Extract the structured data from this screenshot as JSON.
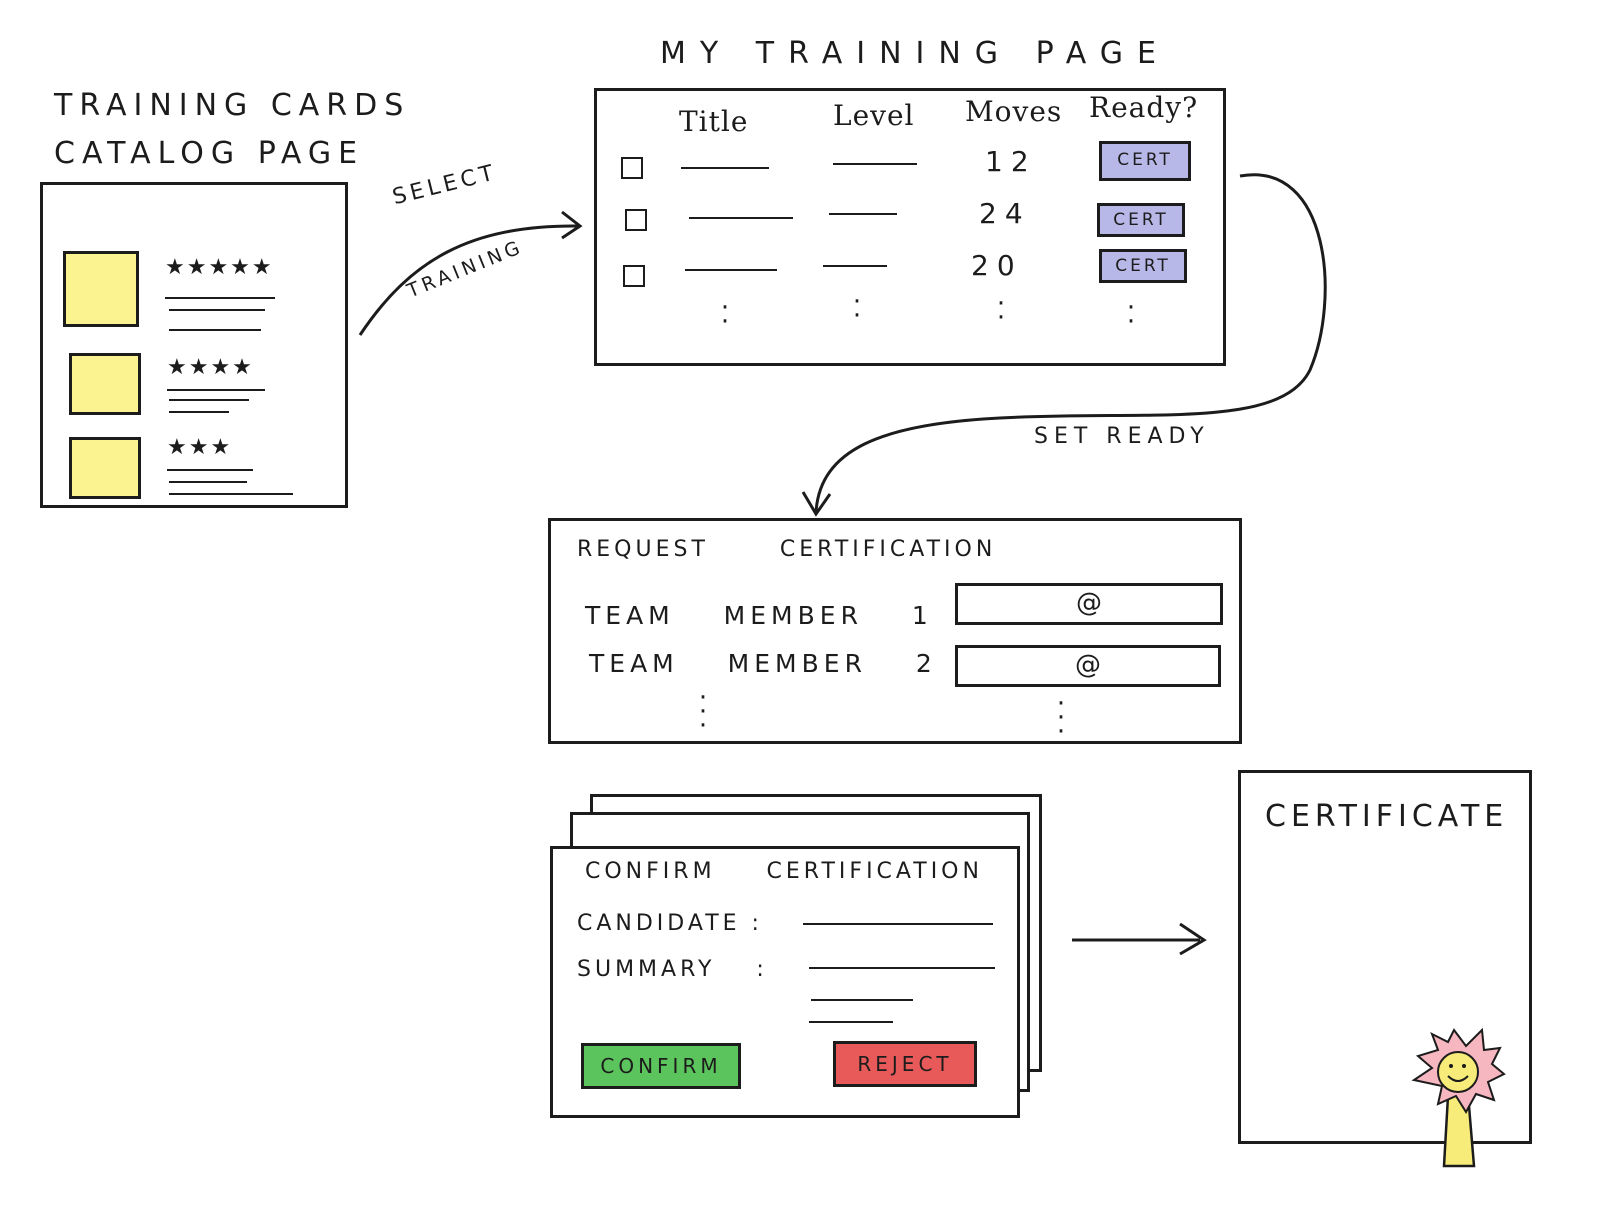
{
  "catalog": {
    "title_line1": "TRAINING CARDS",
    "title_line2": "CATALOG PAGE",
    "cards": [
      {
        "stars": "★★★★★",
        "rating": 5
      },
      {
        "stars": "★★★★",
        "rating": 4
      },
      {
        "stars": "★★★",
        "rating": 3
      }
    ],
    "thumb_color": "#fbf38f"
  },
  "arrow_select": {
    "line1": "SELECT",
    "line2": "TRAINING"
  },
  "my_training": {
    "title": "MY TRAINING PAGE",
    "columns": [
      "Title",
      "Level",
      "Moves",
      "Ready?"
    ],
    "rows": [
      {
        "moves": "12",
        "cert_label": "CERT"
      },
      {
        "moves": "24",
        "cert_label": "CERT"
      },
      {
        "moves": "20",
        "cert_label": "CERT"
      }
    ],
    "cert_color": "#b8b8e8"
  },
  "arrow_ready": {
    "label": "SET READY"
  },
  "request": {
    "title": "REQUEST CERTIFICATION",
    "members": [
      {
        "label": "TEAM MEMBER 1 :",
        "placeholder": "@"
      },
      {
        "label": "TEAM MEMBER 2 :",
        "placeholder": "@"
      }
    ]
  },
  "confirm": {
    "title": "CONFIRM CERTIFICATION",
    "candidate_label": "CANDIDATE :",
    "summary_label": "SUMMARY :",
    "confirm_label": "CONFIRM",
    "reject_label": "REJECT",
    "confirm_color": "#5cc45c",
    "reject_color": "#e85a5a"
  },
  "certificate": {
    "title": "CERTIFICATE"
  }
}
